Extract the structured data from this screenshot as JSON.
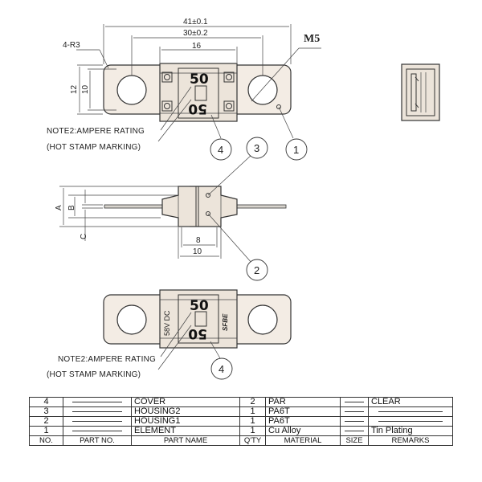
{
  "dimensions": {
    "overall": "41±0.1",
    "hole_spacing": "30±0.2",
    "body_width": "16",
    "radius": "4-R3",
    "thread": "M5",
    "height_outer": "12",
    "height_inner": "10",
    "dim_a": "A",
    "dim_b": "B",
    "dim_c": "C",
    "side_inner": "8",
    "side_outer": "10"
  },
  "markings": {
    "rating": "50",
    "rating_rotated": "50",
    "voltage": "58V DC",
    "brand": "SFBE"
  },
  "notes": {
    "top_note": "NOTE2:AMPERE RATING",
    "top_stamp": "(HOT STAMP MARKING)",
    "bottom_note": "NOTE2:AMPERE RATING",
    "bottom_stamp": "(HOT STAMP MARKING)"
  },
  "balloons": {
    "b1": "1",
    "b2": "2",
    "b3": "3",
    "b4_top": "4",
    "b4_bottom": "4"
  },
  "bom": {
    "rows": [
      {
        "no": "4",
        "part_name": "COVER",
        "qty": "2",
        "material": "PAR",
        "remarks": "CLEAR"
      },
      {
        "no": "3",
        "part_name": "HOUSING2",
        "qty": "1",
        "material": "PA6T",
        "remarks": ""
      },
      {
        "no": "2",
        "part_name": "HOUSING1",
        "qty": "1",
        "material": "PA6T",
        "remarks": ""
      },
      {
        "no": "1",
        "part_name": "ELEMENT",
        "qty": "1",
        "material": "Cu Alloy",
        "remarks": "Tin Plating"
      }
    ],
    "headers": {
      "no": "NO.",
      "part_no": "PART NO.",
      "part_name": "PART NAME",
      "qty": "Q'TY",
      "material": "MATERIAL",
      "size": "SIZE",
      "remarks": "REMARKS"
    }
  }
}
